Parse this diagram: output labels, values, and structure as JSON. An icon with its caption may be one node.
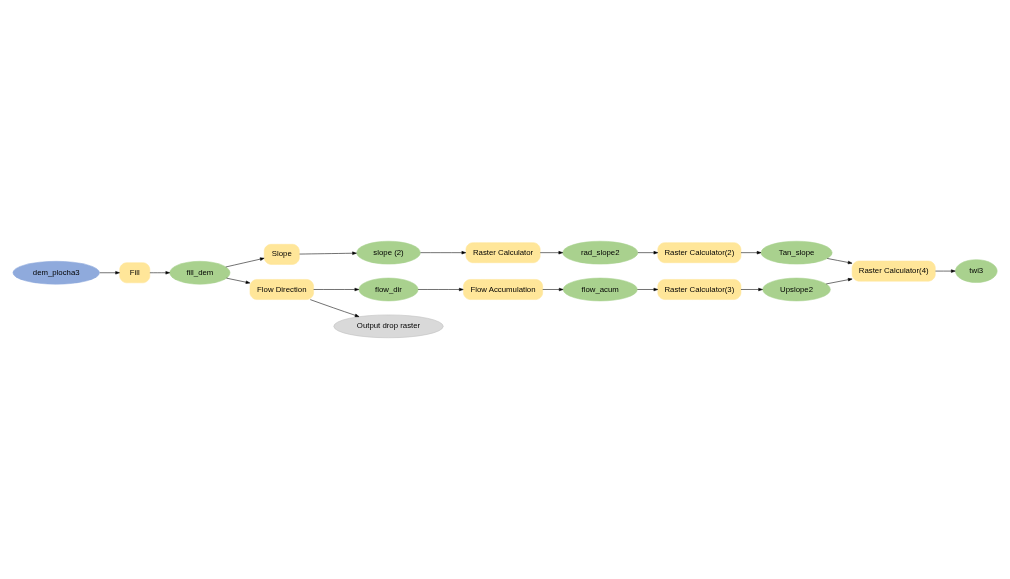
{
  "diagram": {
    "nodes": [
      {
        "text": [
          "dem_plocha3"
        ]
      },
      {
        "text": [
          "Fill"
        ]
      },
      {
        "text": [
          "fill_dem"
        ]
      },
      {
        "text": [
          "Slope"
        ]
      },
      {
        "text": [
          "slope (2)"
        ]
      },
      {
        "text": [
          "Raster Calculator"
        ]
      },
      {
        "text": [
          "rad_slope2"
        ]
      },
      {
        "text": [
          "Flow Direction"
        ]
      },
      {
        "text": [
          "flow_dir"
        ]
      },
      {
        "text": [
          "Output drop raster"
        ]
      },
      {
        "text": [
          "Raster Calculator(2)"
        ]
      },
      {
        "text": [
          "Raster Calculator(3)"
        ]
      },
      {
        "text": [
          "Upslope2"
        ]
      },
      {
        "text": [
          "Tan_slope"
        ]
      },
      {
        "text": [
          "Flow Accumulation"
        ]
      },
      {
        "text": [
          "flow_acum"
        ]
      },
      {
        "text": [
          "Raster Calculator(4)"
        ]
      },
      {
        "text": [
          "twi3"
        ]
      }
    ],
    "edges": [
      {
        "from": 0,
        "to": 1,
        "arrow": "to"
      },
      {
        "from": 1,
        "to": 2,
        "arrow": "to"
      },
      {
        "from": 2,
        "to": 3,
        "arrow": "to"
      },
      {
        "from": 3,
        "to": 4,
        "arrow": "to"
      },
      {
        "from": 4,
        "to": 5,
        "arrow": "to"
      },
      {
        "from": 5,
        "to": 6,
        "arrow": "to"
      },
      {
        "from": 2,
        "to": 7,
        "arrow": "to"
      },
      {
        "from": 7,
        "to": 8,
        "arrow": "to"
      },
      {
        "from": 7,
        "to": 9,
        "arrow": "to"
      },
      {
        "from": 6,
        "to": 10,
        "arrow": "to"
      },
      {
        "from": 10,
        "to": 13,
        "arrow": "to"
      },
      {
        "from": 8,
        "to": 14,
        "arrow": "to"
      },
      {
        "from": 14,
        "to": 15,
        "arrow": "to"
      },
      {
        "from": 15,
        "to": 11,
        "arrow": "to"
      },
      {
        "from": 11,
        "to": 12,
        "arrow": "to"
      },
      {
        "from": 12,
        "to": 16,
        "arrow": "to"
      },
      {
        "from": 13,
        "to": 16,
        "arrow": "to"
      },
      {
        "from": 16,
        "to": 17,
        "arrow": "to"
      }
    ]
  }
}
